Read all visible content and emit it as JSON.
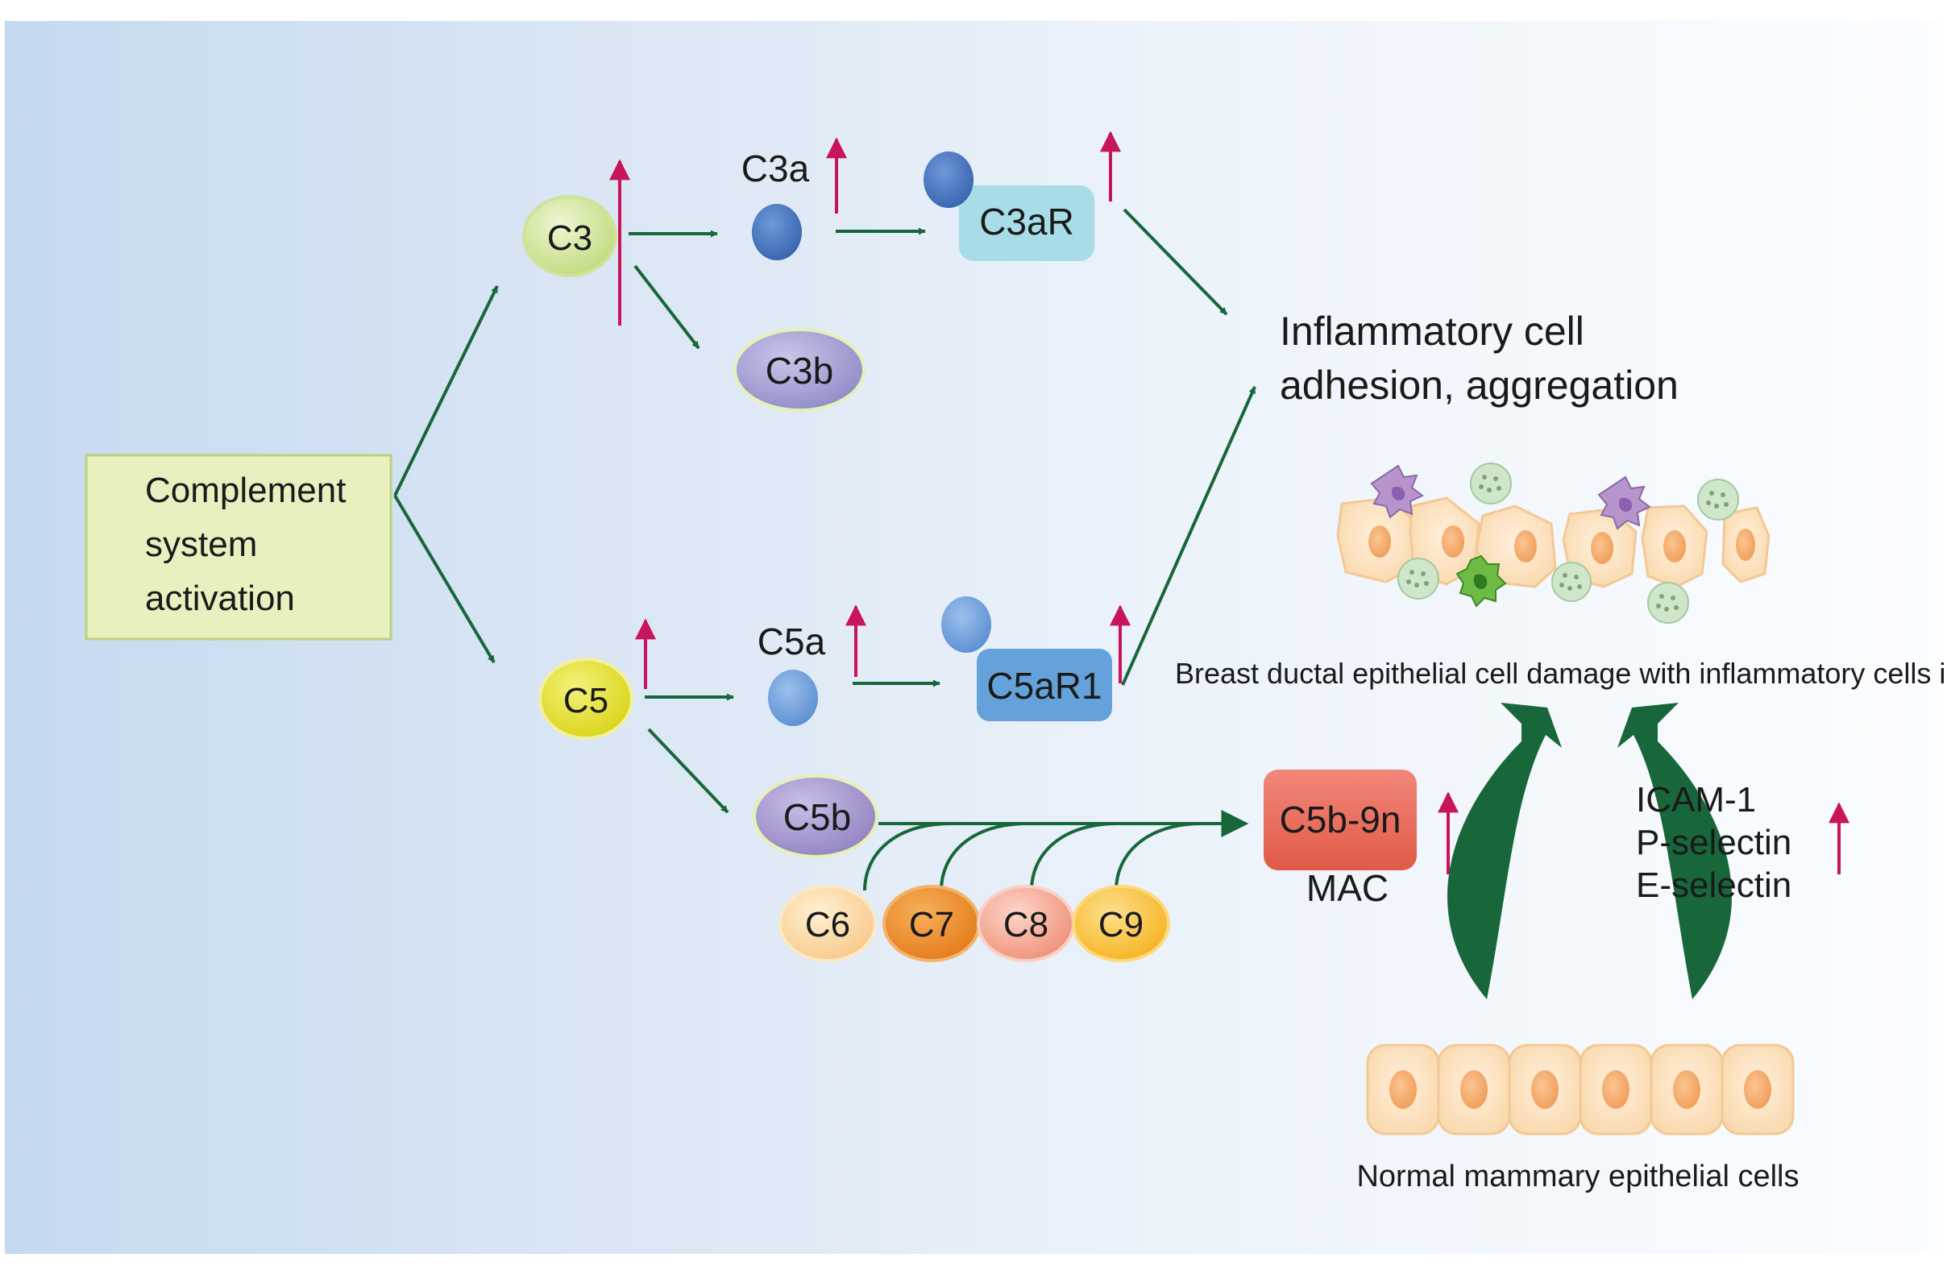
{
  "activation": {
    "lines": [
      "Complement",
      "system",
      "activation"
    ]
  },
  "c3": {
    "label": "C3",
    "c3a": "C3a",
    "c3b": "C3b",
    "receptor": "C3aR"
  },
  "c5": {
    "label": "C5",
    "c5a": "C5a",
    "c5b": "C5b",
    "receptor": "C5aR1"
  },
  "mac_components": [
    "C6",
    "C7",
    "C8",
    "C9"
  ],
  "mac": {
    "complex": "C5b-9n",
    "label": "MAC"
  },
  "outcome": {
    "lines": [
      "Inflammatory cell",
      "adhesion, aggregation"
    ]
  },
  "damage_caption": "Breast ductal epithelial cell damage with inflammatory cells infiltration",
  "adhesion_molecules": [
    "ICAM-1",
    "P-selectin",
    "E-selectin"
  ],
  "normal_caption": "Normal mammary epithelial cells",
  "colors": {
    "arrow": "#17673a",
    "up_arrow": "#c8145a",
    "activation_box": "#e8f0c0",
    "c3": "#d6e8a4",
    "c3a": "#4a7bc8",
    "c3b": "#a9a6d6",
    "c3ar": "#a8dde8",
    "c5": "#e6e32e",
    "c5a": "#6d9fdc",
    "c5b": "#ad9dd3",
    "c5ar1": "#65a2dc",
    "c6": "#fbdda6",
    "c7": "#ee9433",
    "c8": "#f6b29d",
    "c9": "#fbc84a",
    "mac": "#ec6a5c",
    "cell": "#fce0bc",
    "nucleus": "#f5a96e"
  }
}
